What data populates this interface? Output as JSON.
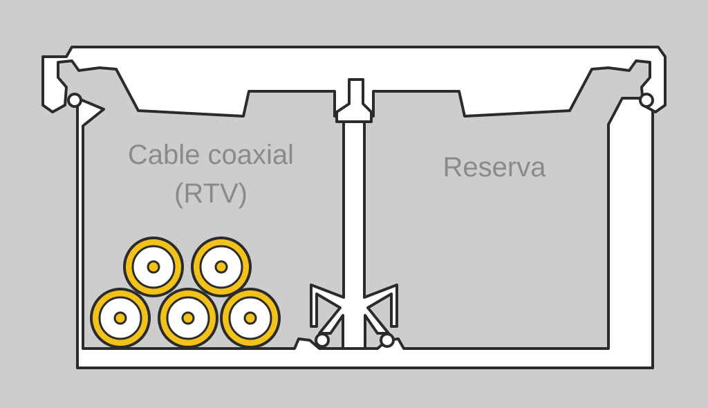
{
  "diagram": {
    "left_compartment_label": "Cable coaxial",
    "left_compartment_sublabel": "(RTV)",
    "right_compartment_label": "Reserva"
  },
  "colors": {
    "background": "#cdcdcd",
    "profile_fill": "#ffffff",
    "profile_stroke": "#2b2b2b",
    "cable_ring": "#f2c21b",
    "cable_core": "#f2c21b"
  },
  "cables": {
    "count": 5
  }
}
